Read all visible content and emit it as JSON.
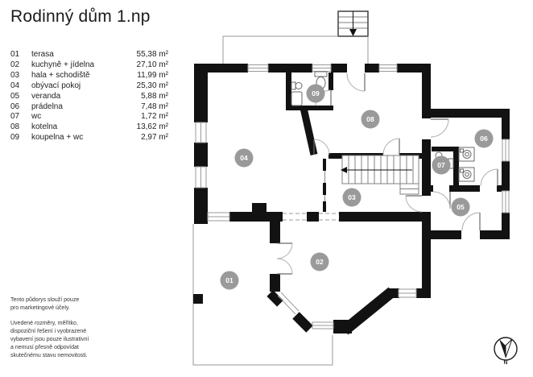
{
  "title": "Rodinný dům 1.np",
  "legend": {
    "rooms": [
      {
        "no": "01",
        "name": "terasa",
        "area": "55,38 m²"
      },
      {
        "no": "02",
        "name": "kuchyně + jídelna",
        "area": "27,10 m²"
      },
      {
        "no": "03",
        "name": "hala + schodiště",
        "area": "11,99 m²"
      },
      {
        "no": "04",
        "name": "obývací pokoj",
        "area": "25,30 m²"
      },
      {
        "no": "05",
        "name": "veranda",
        "area": "5,88 m²"
      },
      {
        "no": "06",
        "name": "prádelna",
        "area": "7,48 m²"
      },
      {
        "no": "07",
        "name": "wc",
        "area": "1,72 m²"
      },
      {
        "no": "08",
        "name": "kotelna",
        "area": "13,62 m²"
      },
      {
        "no": "09",
        "name": "koupelna + wc",
        "area": "2,97 m²"
      }
    ]
  },
  "disclaimer": {
    "p1": [
      "Tento půdorys slouží pouze",
      "pro marketingové účely."
    ],
    "p2": [
      "Uvedené rozměry, měřítko,",
      "dispoziční řešení i vyobrazené",
      "vybavení jsou pouze ilustrativní",
      "a nemusí přesně odpovídat",
      "skutečnému stavu nemovitosti."
    ]
  },
  "compass": {
    "label": "N"
  },
  "colors": {
    "wall": "#121212",
    "room_label_circle": "#9a9a9a",
    "thin_line": "#9a9a9a"
  }
}
